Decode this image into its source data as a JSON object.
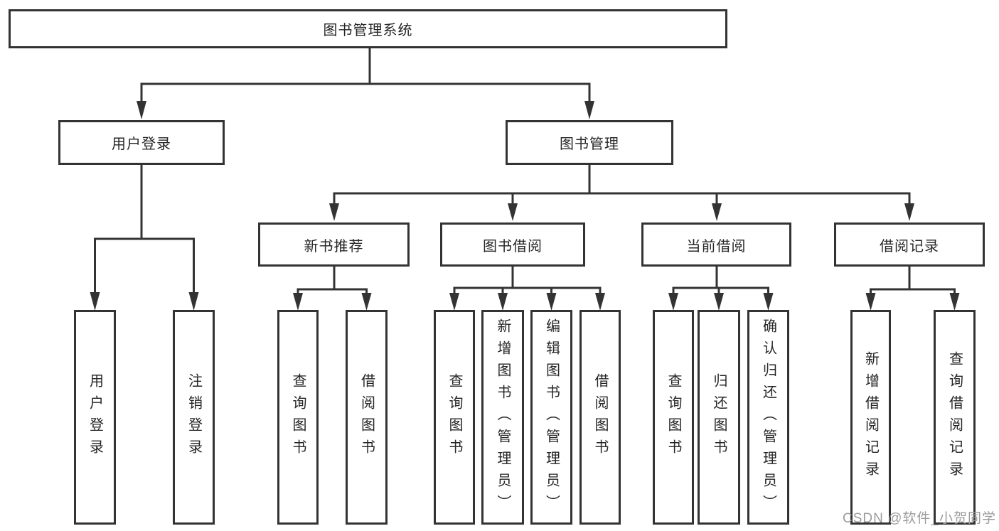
{
  "nodes": {
    "root": {
      "label": "图书管理系统"
    },
    "l2": [
      {
        "label": "用户登录"
      },
      {
        "label": "图书管理"
      }
    ],
    "l3": [
      {
        "label": "新书推荐"
      },
      {
        "label": "图书借阅"
      },
      {
        "label": "当前借阅"
      },
      {
        "label": "借阅记录"
      }
    ],
    "leaves": {
      "userLogin": [
        {
          "label": "用户登录"
        },
        {
          "label": "注销登录"
        }
      ],
      "newBooks": [
        {
          "label": "查询图书"
        },
        {
          "label": "借阅图书"
        }
      ],
      "borrowing": [
        {
          "label": "查询图书"
        },
        {
          "label": "新增图书（管理员）"
        },
        {
          "label": "编辑图书（管理员）"
        },
        {
          "label": "借阅图书"
        }
      ],
      "current": [
        {
          "label": "查询图书"
        },
        {
          "label": "归还图书"
        },
        {
          "label": "确认归还（管理员）"
        }
      ],
      "records": [
        {
          "label": "新增借阅记录"
        },
        {
          "label": "查询借阅记录"
        }
      ]
    }
  },
  "watermark": {
    "text": "CSDN @软件_小贺同学"
  },
  "colors": {
    "line": "#333333",
    "text": "#262626",
    "watermark": "#9c9c9c",
    "box_background": "#ffffff",
    "page_background": "#ffffff"
  }
}
